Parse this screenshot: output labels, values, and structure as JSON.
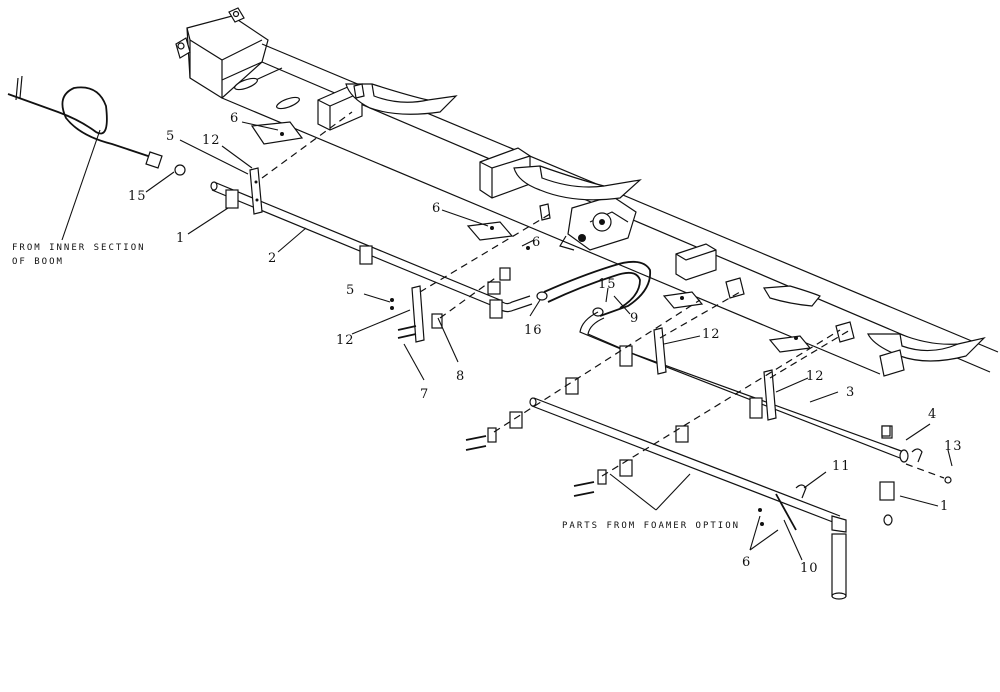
{
  "callouts": {
    "c1a": "1",
    "c1b": "1",
    "c2": "2",
    "c3": "3",
    "c4": "4",
    "c5a": "5",
    "c5b": "5",
    "c6a": "6",
    "c6b": "6",
    "c6c": "6",
    "c6d": "6",
    "c7": "7",
    "c8": "8",
    "c9": "9",
    "c10": "10",
    "c11": "11",
    "c12a": "12",
    "c12b": "12",
    "c12c": "12",
    "c12d": "12",
    "c13": "13",
    "c15a": "15",
    "c15b": "15",
    "c16": "16"
  },
  "notes": {
    "inner_line1": "FROM INNER SECTION",
    "inner_line2": "OF BOOM",
    "foamer": "PARTS FROM FOAMER OPTION"
  }
}
